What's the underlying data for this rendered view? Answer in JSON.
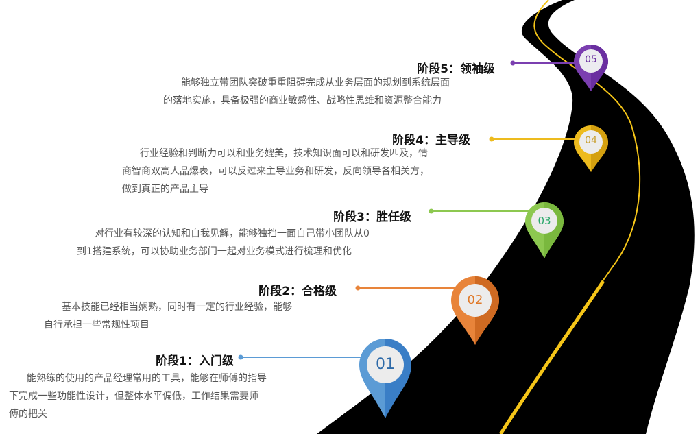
{
  "stages": [
    {
      "num": "05",
      "title": "阶段5：领袖级",
      "lines": [
        "能够独立带团队突破重重阻碍完成从业务层面的规划到系统层面",
        "的落地实施，具备极强的商业敏感性、战略性思维和资源整合能力"
      ],
      "color": "#7B3FB0",
      "color_dark": "#6A2FA0"
    },
    {
      "num": "04",
      "title": "阶段4：主导级",
      "lines": [
        "行业经验和判断力可以和业务媲美，技术知识面可以和研发匹及，情",
        "商智商双高人品爆表，可以反过来主导业务和研发，反向领导各相关方，",
        "做到真正的产品主导"
      ],
      "color": "#EDBB1E",
      "color_dark": "#D4A010"
    },
    {
      "num": "03",
      "title": "阶段3：胜任级",
      "lines": [
        "对行业有较深的认知和自我见解，能够独挡一面自己带小团队从0",
        "到1搭建系统，可以协助业务部门一起对业务模式进行梳理和优化"
      ],
      "color": "#8DC850",
      "color_dark": "#7AB83E"
    },
    {
      "num": "02",
      "title": "阶段2：合格级",
      "lines": [
        "基本技能已经相当娴熟，同时有一定的行业经验，能够",
        "自行承担一些常规性项目"
      ],
      "color": "#E8843A",
      "color_dark": "#CF6A22"
    },
    {
      "num": "01",
      "title": "阶段1：入门级",
      "lines": [
        "能熟练的使用的产品经理常用的工具，能够在师傅的指导",
        "下完成一些功能性设计，但整体水平偏低，工作结果需要师",
        "傅的把关"
      ],
      "color": "#5B9BD5",
      "color_dark": "#3A7EC6"
    }
  ],
  "road": {
    "color": "#000000",
    "line_color": "#F5C518"
  }
}
